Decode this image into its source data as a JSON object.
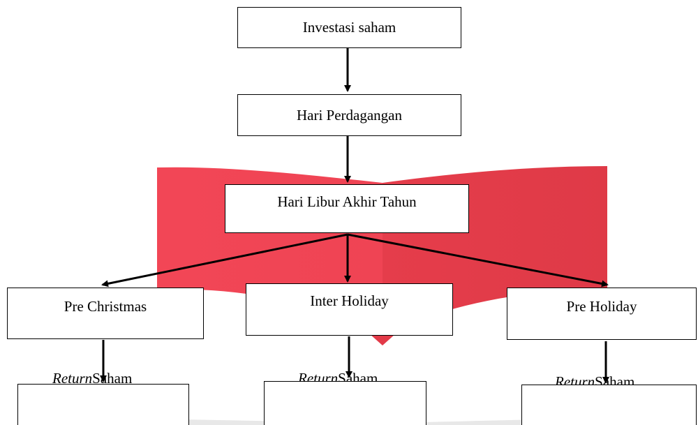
{
  "nodes": {
    "top": "Investasi saham",
    "trading_day": "Hari Perdagangan",
    "holiday": "Hari Libur Akhir Tahun",
    "pre_christmas": "Pre Christmas",
    "inter_holiday": "Inter Holiday",
    "pre_holiday": "Pre Holiday"
  },
  "outcome": {
    "italic": "Return",
    "rest": "Saham"
  },
  "colors": {
    "banner_left": "#f24656",
    "banner_right": "#e23a48",
    "banner_shadow": "#d8d8d8"
  }
}
